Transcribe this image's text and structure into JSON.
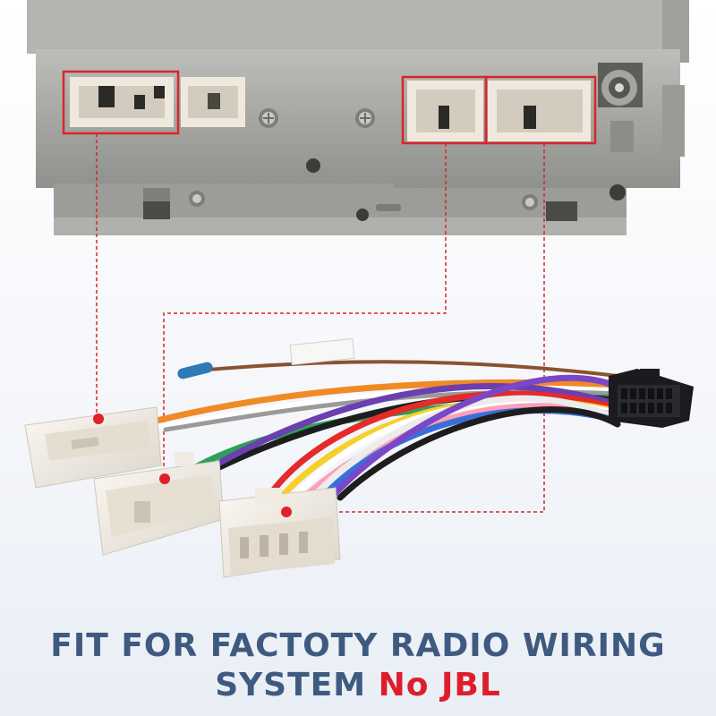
{
  "headline": {
    "line1": "FIT FOR FACTOTY RADIO WIRING",
    "line2_main": "SYSTEM",
    "line2_accent": "No JBL"
  },
  "colors": {
    "headline_text": "#3f5a7f",
    "accent_red": "#dd1e2a",
    "highlight_box": "#d7262b",
    "radio_chassis": "#a9aaa6",
    "connector_plastic": "#f1ece3",
    "harness_plug": "#1b1b1f"
  },
  "wire_colors": [
    "#7a4a2a",
    "#f08a24",
    "#ffffff",
    "#8a8a8a",
    "#2ca05a",
    "#6c3fb0",
    "#e52a2a",
    "#f6d02a",
    "#ff9fb8",
    "#1d1d1d",
    "#3a6fd8"
  ]
}
